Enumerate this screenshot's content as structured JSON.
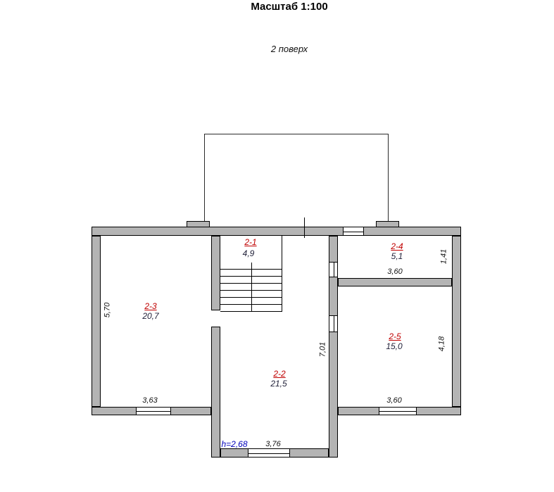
{
  "title": "Масштаб  1:100",
  "subtitle": "2 поверх",
  "rooms": {
    "r21": {
      "id": "2-1",
      "area": "4,9"
    },
    "r22": {
      "id": "2-2",
      "area": "21,5"
    },
    "r23": {
      "id": "2-3",
      "area": "20,7"
    },
    "r24": {
      "id": "2-4",
      "area": "5,1"
    },
    "r25": {
      "id": "2-5",
      "area": "15,0"
    }
  },
  "dimensions": {
    "room23_height": "5,70",
    "room23_width": "3,63",
    "room24_width": "3,60",
    "room24_depth": "1,41",
    "room25_width": "3,60",
    "room25_depth": "4,18",
    "room22_depth": "7,01",
    "room22_width": "3,76"
  },
  "height_note": "h=2,68",
  "colors": {
    "room_label": "#c00000",
    "area_text": "#22223a",
    "dimension_text": "#111111",
    "height_note": "#0000bb",
    "wall_fill": "#b4b4b4",
    "wall_outline": "#000000",
    "background": "#ffffff"
  }
}
